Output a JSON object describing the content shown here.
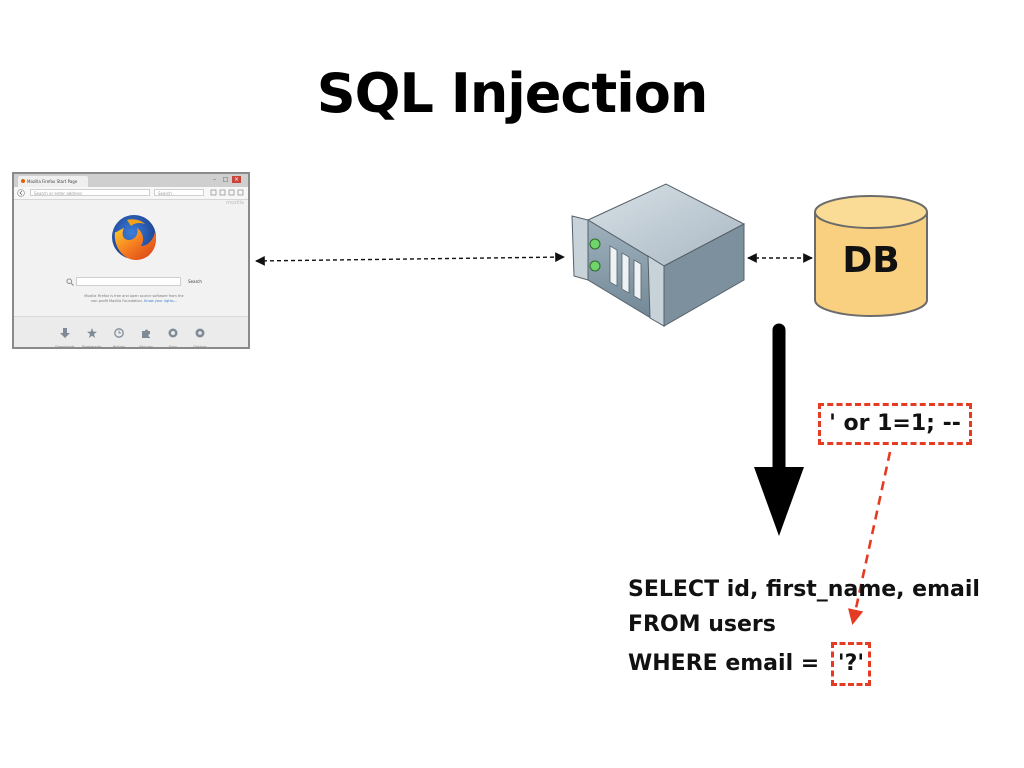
{
  "title": "SQL Injection",
  "browser": {
    "tab_title": "Mozilla Firefox Start Page",
    "url_placeholder": "Search or enter address",
    "search_placeholder": "Search",
    "brand": "mozilla",
    "search_button": "Search",
    "notice_text": "Mozilla Firefox is free and open source software from the non-profit Mozilla Foundation.",
    "notice_link": "Know your rights...",
    "launcher": [
      {
        "label": "Downloads",
        "icon": "download-icon"
      },
      {
        "label": "Bookmarks",
        "icon": "star-icon"
      },
      {
        "label": "History",
        "icon": "clock-icon"
      },
      {
        "label": "Add-ons",
        "icon": "puzzle-icon"
      },
      {
        "label": "Sync",
        "icon": "sync-icon"
      },
      {
        "label": "Options",
        "icon": "gear-icon"
      }
    ]
  },
  "database": {
    "label": "DB"
  },
  "injection": {
    "payload": "' or 1=1; --"
  },
  "query": {
    "line1": "SELECT id, first_name, email",
    "line2": "FROM users",
    "line3_prefix": "WHERE email = ",
    "placeholder": "'?'"
  },
  "colors": {
    "highlight": "#e43b22",
    "db_fill": "#f9d07f",
    "db_stroke": "#6b6b6b",
    "server_body": "#8ea2b1"
  }
}
